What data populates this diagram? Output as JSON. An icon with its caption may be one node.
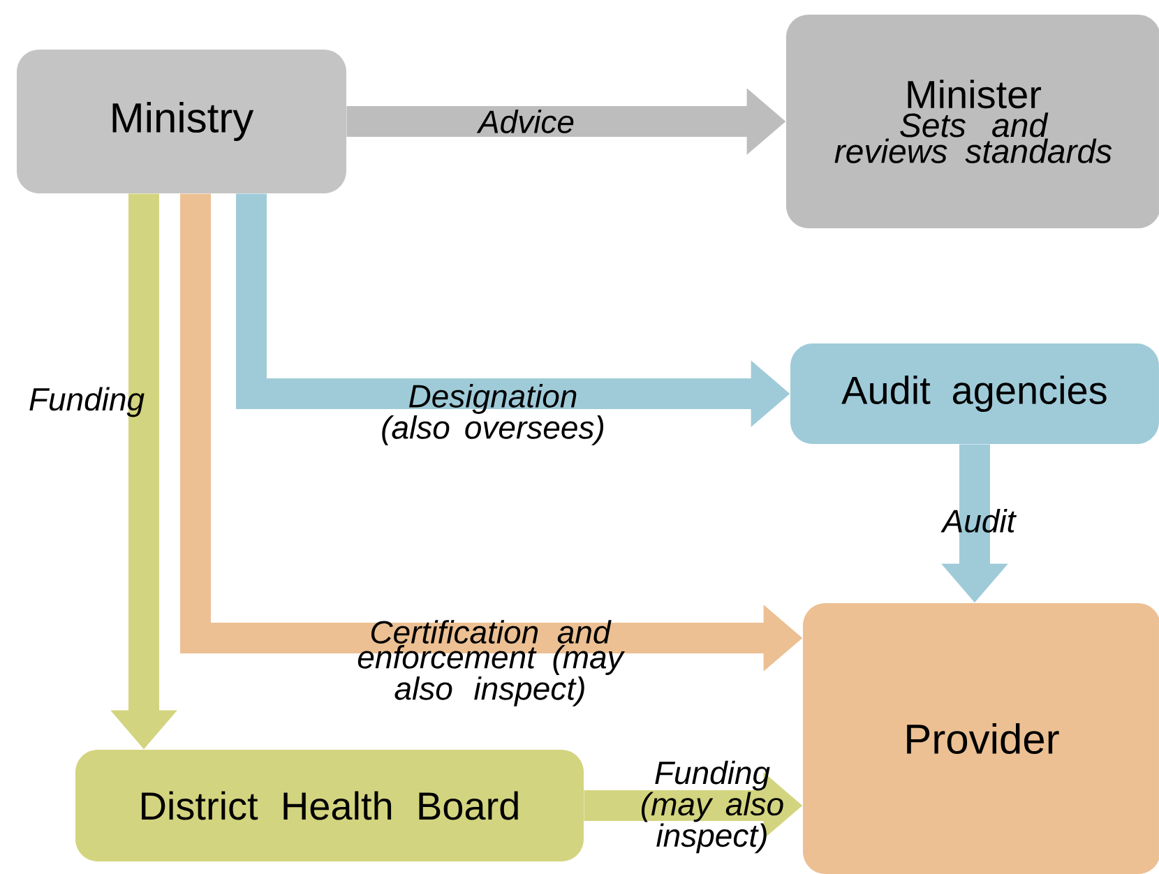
{
  "diagram": {
    "nodes": [
      {
        "text": [
          "Ministry"
        ]
      },
      {
        "text": [
          "Minister",
          "Sets and reviews standards"
        ]
      },
      {
        "text": [
          "Audit agencies"
        ]
      },
      {
        "text": [
          "Provider"
        ]
      },
      {
        "text": [
          "District Health Board"
        ]
      }
    ],
    "edges": [
      {
        "from": 0,
        "to": 1,
        "arrow": "to",
        "label": "Advice",
        "color": "#bdbdbd"
      },
      {
        "from": 0,
        "to": 4,
        "arrow": "to",
        "label": "Funding",
        "color": "#d3d47f"
      },
      {
        "from": 0,
        "to": 3,
        "arrow": "to",
        "label": "Certification and enforcement (may also inspect)",
        "color": "#ecc093"
      },
      {
        "from": 0,
        "to": 2,
        "arrow": "to",
        "label": "Designation (also oversees)",
        "color": "#9fcbd9"
      },
      {
        "from": 2,
        "to": 3,
        "arrow": "to",
        "label": "Audit",
        "color": "#9fcbd9"
      },
      {
        "from": 4,
        "to": 3,
        "arrow": "to",
        "label": "Funding (may also inspect)",
        "color": "#d3d47f"
      }
    ]
  }
}
